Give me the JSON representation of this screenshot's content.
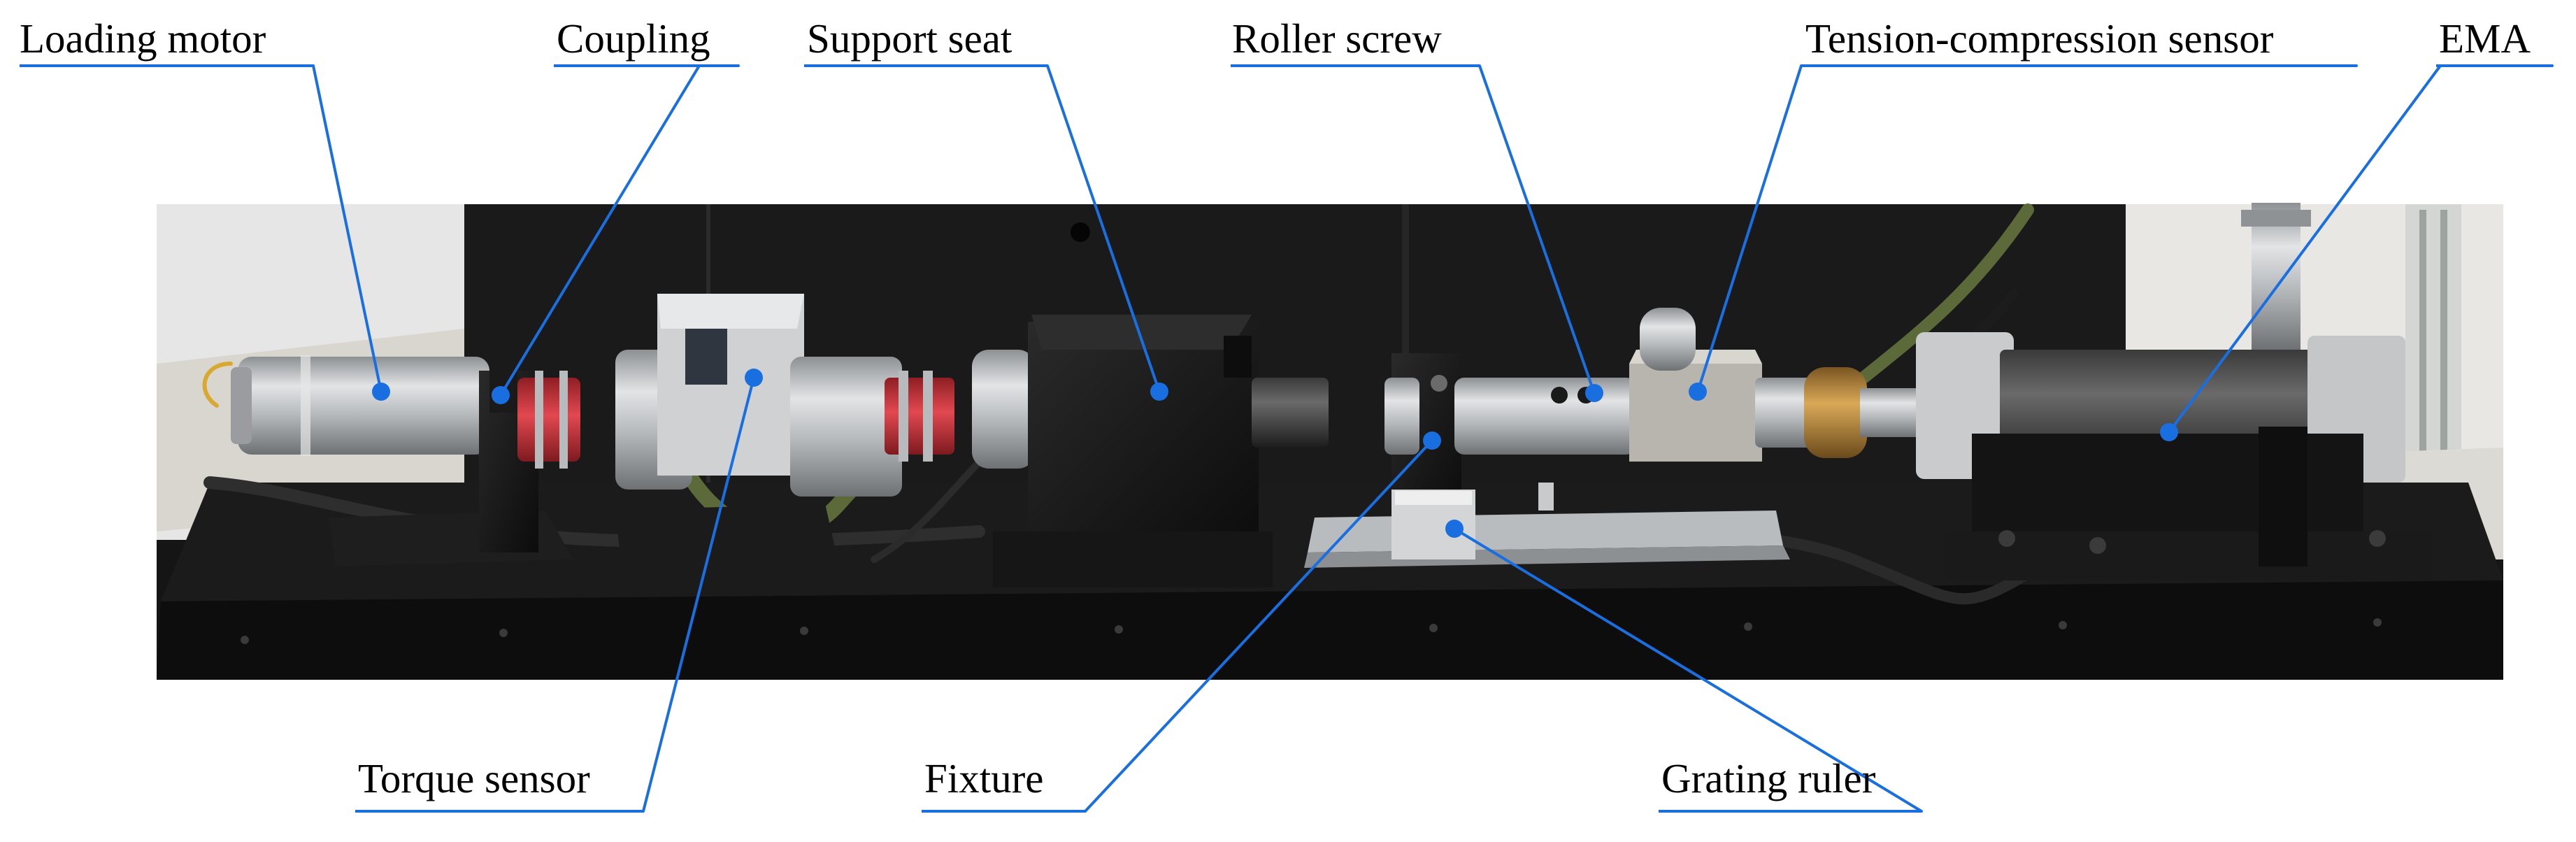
{
  "callouts": {
    "loading_motor": "Loading motor",
    "coupling": "Coupling",
    "support_seat": "Support seat",
    "roller_screw": "Roller screw",
    "tension_compression_sensor": "Tension-compression sensor",
    "ema": "EMA",
    "torque_sensor": "Torque sensor",
    "fixture": "Fixture",
    "grating_ruler": "Grating ruler"
  },
  "colors": {
    "leader_line": "#1a6fe0",
    "background": "#ffffff",
    "photo_backdrop": "#151515",
    "wall_left": "#e9e9e9",
    "wall_right": "#e8e6e2",
    "base_plate": "#111111",
    "aluminium": "#c7c9cb",
    "coupling_red": "#d8363e",
    "brass": "#b8893d",
    "cable_olive": "#5c6a3a"
  }
}
